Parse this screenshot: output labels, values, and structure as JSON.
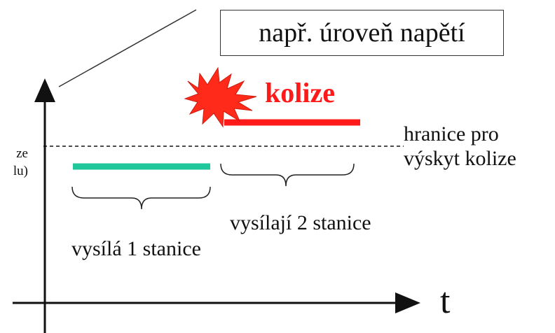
{
  "callout": {
    "text": "např. úroveň napětí"
  },
  "collision": {
    "label": "kolize"
  },
  "threshold": {
    "line1": "hranice pro",
    "line2": "výskyt kolize"
  },
  "periods": {
    "one_station": "vysílá 1 stanice",
    "two_stations": "vysílají 2 stanice"
  },
  "axes": {
    "x_label": "t"
  },
  "clipped_left_label": {
    "line1": "ze",
    "line2": "lu)"
  },
  "colors": {
    "signal_one_station": "#1fc79a",
    "signal_two_stations": "#ff1a1a",
    "collision_burst": "#ff2a1a",
    "collision_text": "#ff1a1a"
  }
}
